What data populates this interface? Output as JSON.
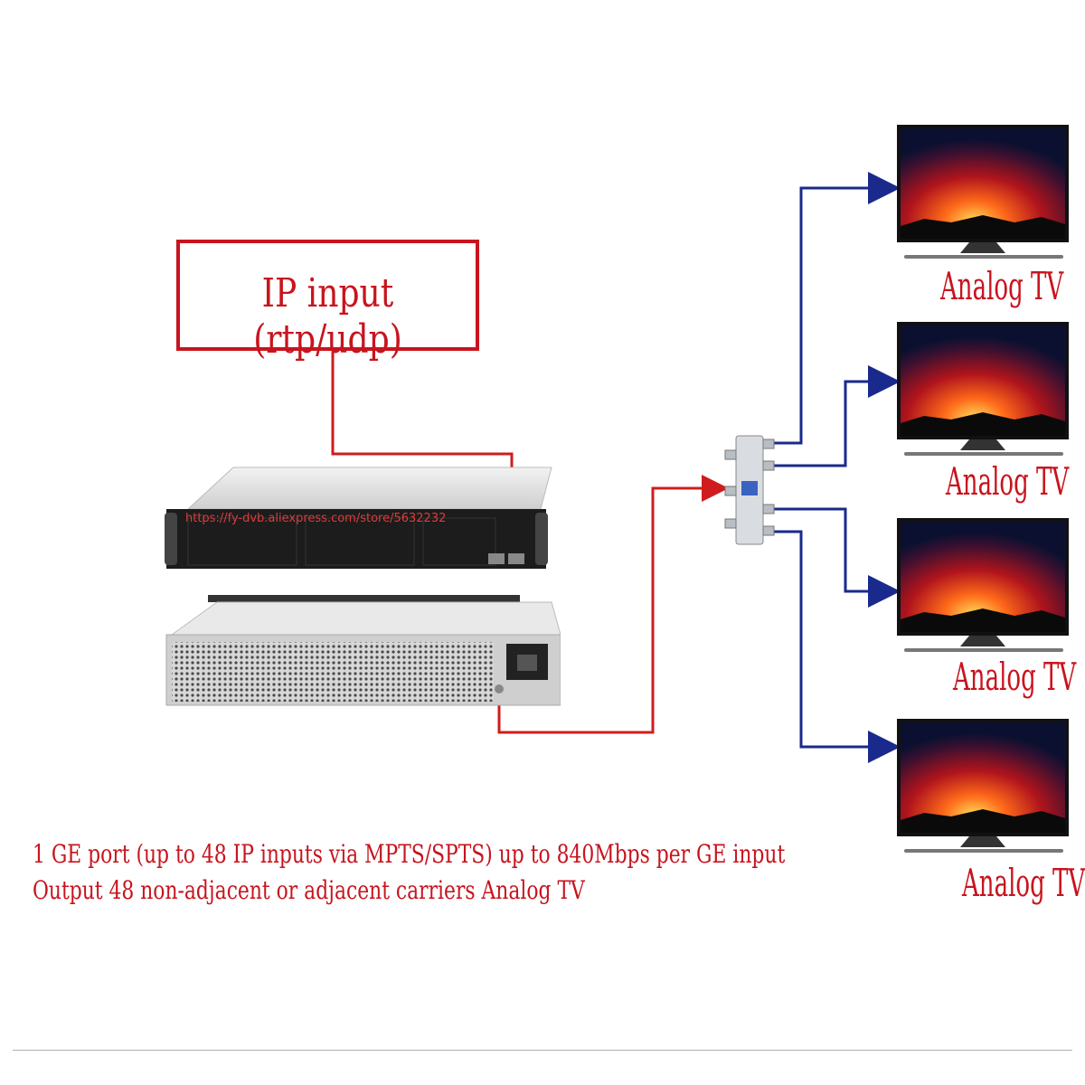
{
  "diagram": {
    "ip_input_label": "IP input (rtp/udp)",
    "watermark_text": "https://fy-dvb.aliexpress.com/store/5632232",
    "tv_labels": [
      "Analog TV",
      "Analog TV",
      "Analog TV",
      "Analog TV"
    ],
    "description": [
      "1 GE port (up to 48 IP inputs via MPTS/SPTS) up to 840Mbps per GE input",
      "Output 48 non-adjacent or adjacent carriers Analog TV"
    ],
    "colors": {
      "red": "#c8141e",
      "blue": "#1a2a8c",
      "wire_red": "#d01c1c"
    },
    "icons": [
      "rack-unit-front",
      "rack-unit-rear",
      "rf-splitter",
      "tv-screen"
    ]
  }
}
